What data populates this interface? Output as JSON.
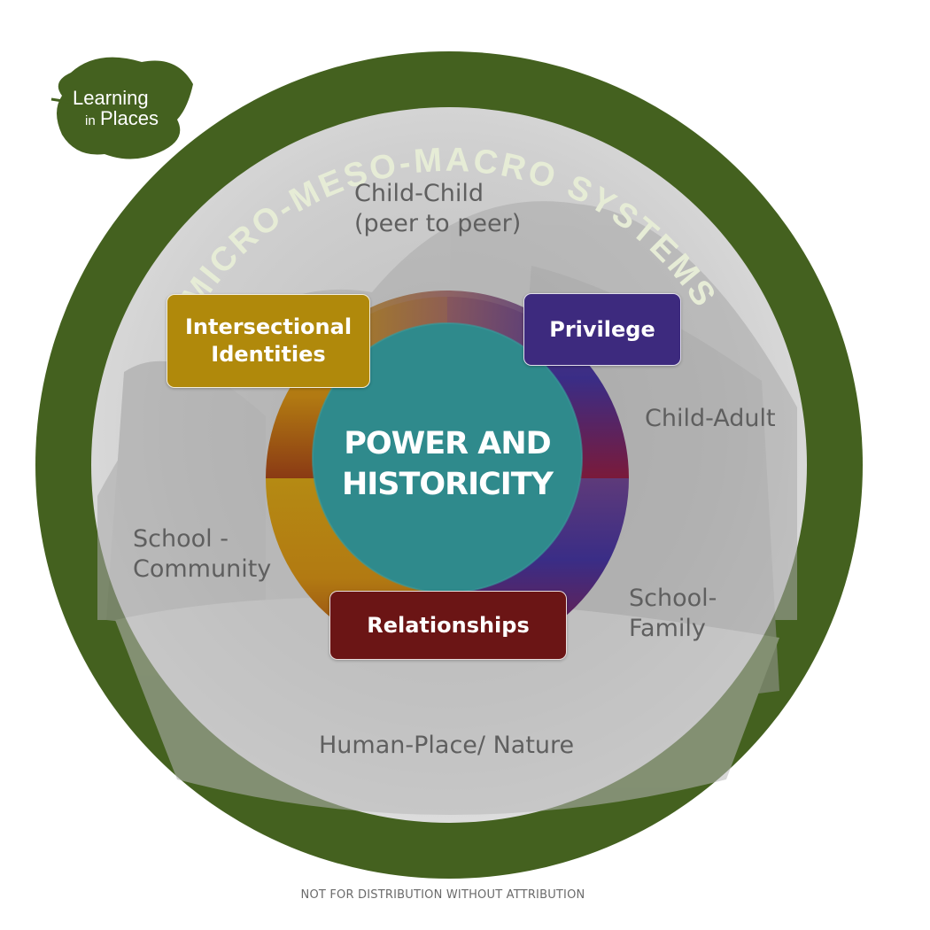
{
  "logo": {
    "line1": "Learning",
    "line2_small": "in",
    "line2_big": "Places"
  },
  "ring_title": "MICRO-MESO-MACRO SYSTEMS",
  "center_title": [
    "POWER AND",
    "HISTORICITY"
  ],
  "boxes": {
    "intersectional": [
      "Intersectional",
      "Identities"
    ],
    "privilege": "Privilege",
    "relationships": "Relationships"
  },
  "systems": {
    "child_child": [
      "Child-Child",
      "(peer to peer)"
    ],
    "child_adult": "Child-Adult",
    "school_community": [
      "School -",
      "Community"
    ],
    "school_family": [
      "School-",
      "Family"
    ],
    "human_place": "Human-Place/ Nature"
  },
  "footer": "NOT FOR DISTRIBUTION WITHOUT ATTRIBUTION",
  "colors": {
    "outer_ring": "#44611f",
    "inner_field": "#c9c9c9",
    "center_teal": "#2f8a8c",
    "intersectional": "#b0890b",
    "privilege": "#3d2a7e",
    "relationships": "#6b1515",
    "logo": "#44611f",
    "ring_text": "#e6ecd6"
  }
}
